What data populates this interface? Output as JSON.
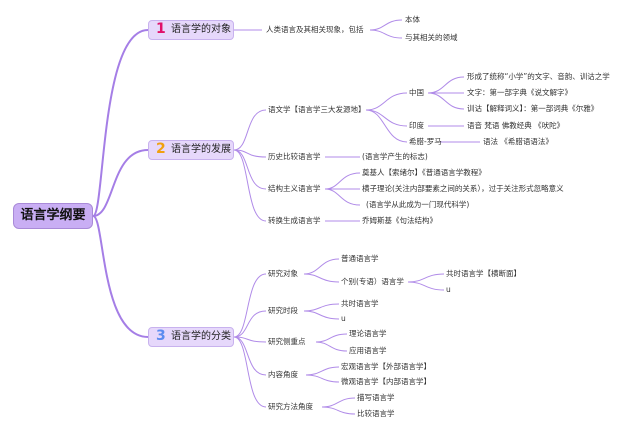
{
  "root": "语言学纲要",
  "sections": [
    {
      "num": "1",
      "label": "语言学的对象",
      "desc": "人类语言及其相关现象，包括",
      "items": [
        "本体",
        "与其相关的领域"
      ]
    },
    {
      "num": "2",
      "label": "语言学的发展",
      "branches": {
        "philology": "语文学【语言学三大发源地】",
        "china": "中国",
        "china_desc": "形成了统称“小学”的文字、音韵、训诂之学",
        "writing": "文字：第一部字典《说文解字》",
        "exegesis": "训诂【解释词义】：第一部词典《尔雅》",
        "india": "印度",
        "india_desc": "语音 梵语 佛教经典 《吠陀》",
        "greece": "希腊-罗马",
        "greece_desc": "语法 《希腊语语法》",
        "historical": "历史比较语言学",
        "historical_desc": "(语言学产生的标志)",
        "structural": "结构主义语言学",
        "saussure": "奠基人【索绪尔】《普通语言学教程》",
        "structural_theory": "横子理论(关注内部要素之间的关系），过于关注形式忽略意义",
        "science": "(语言学从此成为一门现代科学)",
        "generative": "转换生成语言学",
        "chomsky": "乔姆斯基《句法结构》"
      }
    },
    {
      "num": "3",
      "label": "语言学的分类",
      "branches": {
        "object": "研究对象",
        "general": "普通语言学",
        "specific": "个别(专语）语言学",
        "synchronic": "共时语言学【横断面】",
        "u1": "u",
        "period": "研究时段",
        "synchronic2": "共时语言学",
        "u2": "u",
        "focus": "研究侧重点",
        "theoretical": "理论语言学",
        "applied": "应用语言学",
        "content": "内容角度",
        "macro": "宏观语言学【外部语言学】",
        "micro": "微观语言学【内部语言学】",
        "method": "研究方法角度",
        "descriptive": "描写语言学",
        "comparative": "比较语言学"
      }
    }
  ]
}
